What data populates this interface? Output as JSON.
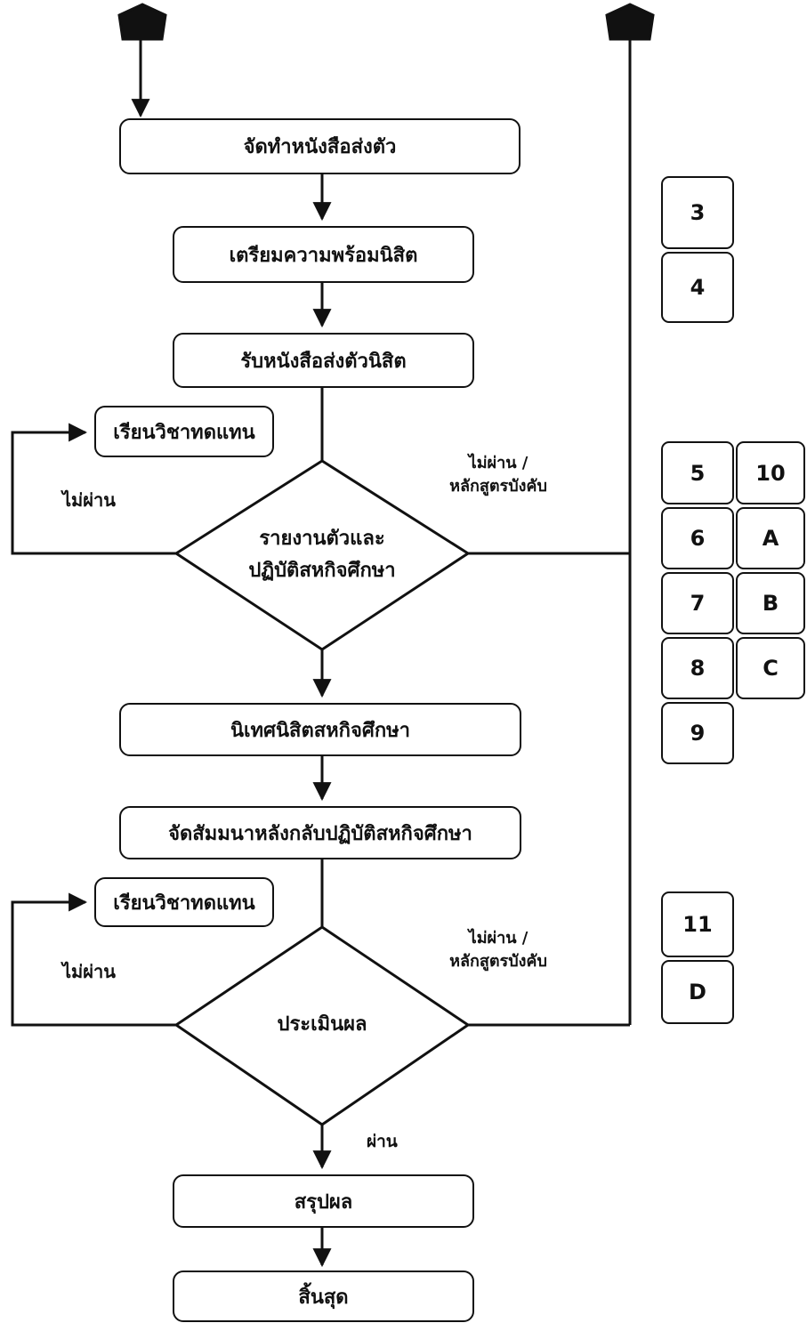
{
  "steps": {
    "make_letter": "จัดทำหนังสือส่งตัว",
    "prepare_students": "เตรียมความพร้อมนิสิต",
    "receive_letter": "รับหนังสือส่งตัวนิสิต",
    "supervise": "นิเทศนิสิตสหกิจศึกษา",
    "seminar": "จัดสัมมนาหลังกลับปฏิบัติสหกิจศึกษา",
    "summarize": "สรุปผล",
    "end": "สิ้นสุด"
  },
  "decisions": {
    "report_line1": "รายงานตัวและ",
    "report_line2": "ปฏิบัติสหกิจศึกษา",
    "evaluate": "ประเมินผล"
  },
  "alternatives": {
    "substitute_course_1": "เรียนวิชาทดแทน",
    "substitute_course_2": "เรียนวิชาทดแทน"
  },
  "labels": {
    "fail_1": "ไม่ผ่าน",
    "fail_2": "ไม่ผ่าน",
    "fail_compulsory_1_line1": "ไม่ผ่าน /",
    "fail_compulsory_1_line2": "หลักสูตรบังคับ",
    "fail_compulsory_2_line1": "ไม่ผ่าน /",
    "fail_compulsory_2_line2": "หลักสูตรบังคับ",
    "pass": "ผ่าน"
  },
  "reference_codes": {
    "group1": [
      "3",
      "4"
    ],
    "group2_left": [
      "5",
      "6",
      "7",
      "8",
      "9"
    ],
    "group2_right": [
      "10",
      "A",
      "B",
      "C"
    ],
    "group3": [
      "11",
      "D"
    ]
  },
  "colors": {
    "line": "#111111",
    "background": "#ffffff"
  }
}
